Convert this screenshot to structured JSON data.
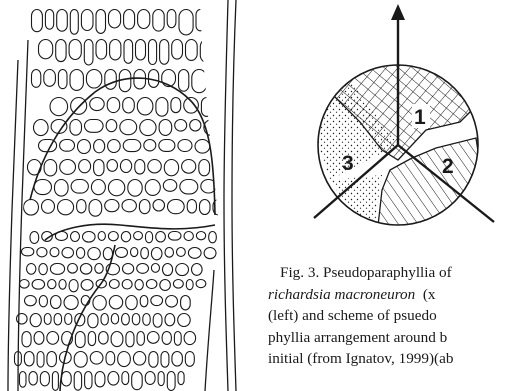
{
  "figure": {
    "number": "Fig. 3.",
    "caption_lines": [
      {
        "text": "Fig. 3. Pseudoparaphyllia of"
      },
      {
        "italic": "richardsia macroneuron",
        "rest": "  (x"
      },
      {
        "text": "(left) and scheme of psuedo"
      },
      {
        "text": "phyllia arrangement around b"
      },
      {
        "text": "initial (from Ignatov, 1999)(ab"
      }
    ]
  },
  "scheme": {
    "labels": {
      "sector_1": "1",
      "sector_2": "2",
      "sector_3": "3"
    }
  },
  "colors": {
    "ink": "#1a1a1a",
    "paper": "#ffffff"
  }
}
